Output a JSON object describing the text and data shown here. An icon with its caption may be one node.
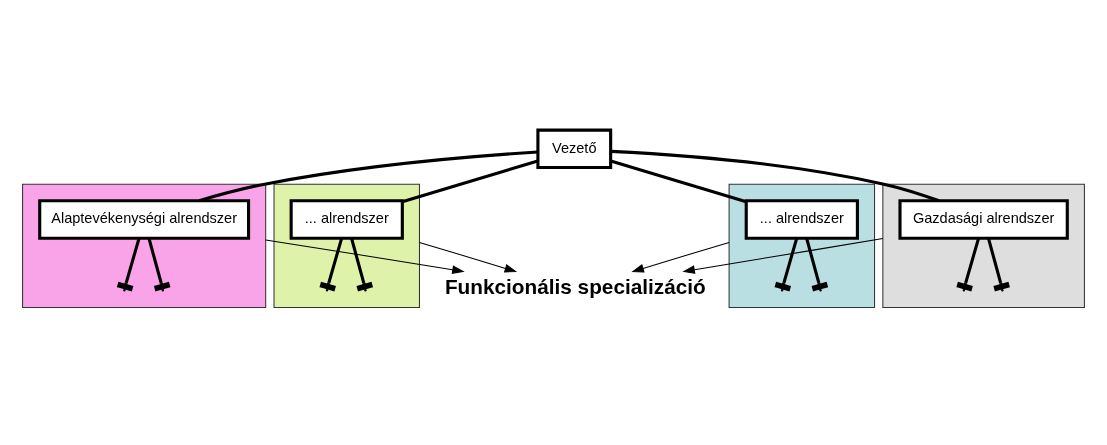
{
  "diagram": {
    "nodes": [
      {
        "text": [
          "Vezető"
        ]
      },
      {
        "text": [],
        "shape": "box"
      },
      {
        "text": [
          "Alaptevékenységi alrendszer"
        ],
        "in": 1
      },
      {
        "text": [],
        "shape": "box"
      },
      {
        "text": [
          "... alrendszer"
        ],
        "in": 3
      },
      {
        "text": [],
        "shape": "box"
      },
      {
        "text": [
          "... alrendszer"
        ],
        "in": 5
      },
      {
        "text": [],
        "shape": "box"
      },
      {
        "text": [
          "Gazdasági alrendszer"
        ],
        "in": 7
      },
      {
        "text": [
          "Funkcionális specializáció"
        ]
      }
    ],
    "edges": [
      {
        "from": 0,
        "to": 2,
        "arrow": "none"
      },
      {
        "from": 0,
        "to": 4,
        "arrow": "none"
      },
      {
        "from": 0,
        "to": 6,
        "arrow": "none"
      },
      {
        "from": 0,
        "to": 8,
        "arrow": "none"
      },
      {
        "from": 2,
        "to": null,
        "arrow": "other"
      },
      {
        "from": 2,
        "to": null,
        "arrow": "other"
      },
      {
        "from": 4,
        "to": null,
        "arrow": "other"
      },
      {
        "from": 4,
        "to": null,
        "arrow": "other"
      },
      {
        "from": 6,
        "to": null,
        "arrow": "other"
      },
      {
        "from": 6,
        "to": null,
        "arrow": "other"
      },
      {
        "from": 8,
        "to": null,
        "arrow": "other"
      },
      {
        "from": 8,
        "to": null,
        "arrow": "other"
      },
      {
        "from": 1,
        "to": 9,
        "arrow": "to"
      },
      {
        "from": 3,
        "to": 9,
        "arrow": "to"
      },
      {
        "from": 5,
        "to": 9,
        "arrow": "to"
      },
      {
        "from": 7,
        "to": 9,
        "arrow": "to"
      }
    ]
  }
}
